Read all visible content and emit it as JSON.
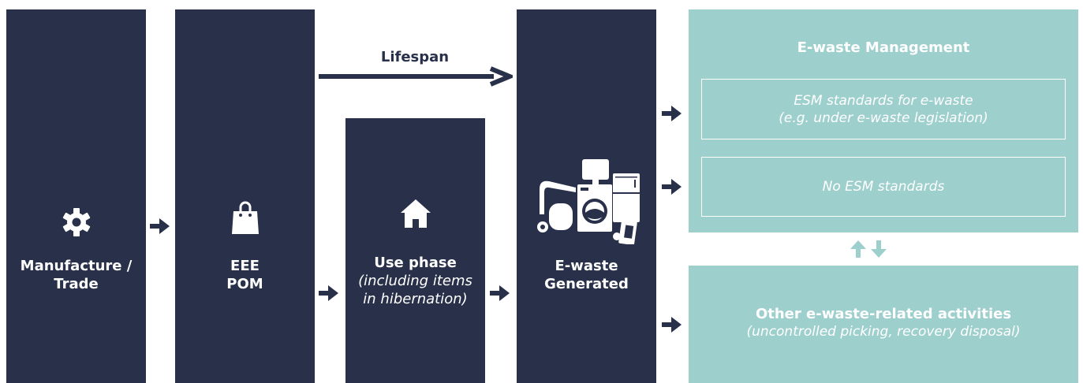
{
  "stages": [
    {
      "icon": "gear-icon",
      "lines": [
        "Manufacture /",
        "Trade"
      ]
    },
    {
      "icon": "shopping-bag-icon",
      "lines": [
        "EEE",
        "POM"
      ]
    },
    {
      "icon": "house-icon",
      "title": "Use phase",
      "subtitle_lines": [
        "(including items",
        "in hibernation)"
      ]
    },
    {
      "icon": "appliances-icon",
      "lines": [
        "E-waste",
        "Generated"
      ]
    }
  ],
  "lifespan_label": "Lifespan",
  "management": {
    "title": "E-waste Management",
    "esm_box": {
      "lines": [
        "ESM standards for e-waste",
        "(e.g. under e-waste legislation)"
      ]
    },
    "no_esm_box": {
      "label": "No ESM standards"
    }
  },
  "other_activities": {
    "title": "Other e-waste-related activities",
    "subtitle": "(uncontrolled picking, recovery disposal)"
  },
  "colors": {
    "navy": "#283149",
    "teal": "#9dcfcd",
    "white": "#ffffff"
  }
}
